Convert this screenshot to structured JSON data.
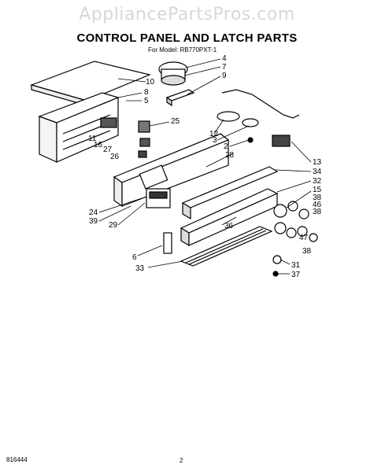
{
  "watermark": "AppliancePartsPros.com",
  "title": "CONTROL PANEL AND LATCH PARTS",
  "model": "For Model: RB770PXT-1",
  "footer": {
    "code": "816444",
    "page": "2"
  },
  "callouts": [
    "4",
    "7",
    "9",
    "10",
    "8",
    "5",
    "25",
    "12",
    "3",
    "2",
    "11",
    "16",
    "27",
    "26",
    "28",
    "13",
    "34",
    "32",
    "15",
    "38",
    "46",
    "38",
    "24",
    "39",
    "29",
    "36",
    "6",
    "33",
    "47",
    "38",
    "31",
    "37"
  ]
}
